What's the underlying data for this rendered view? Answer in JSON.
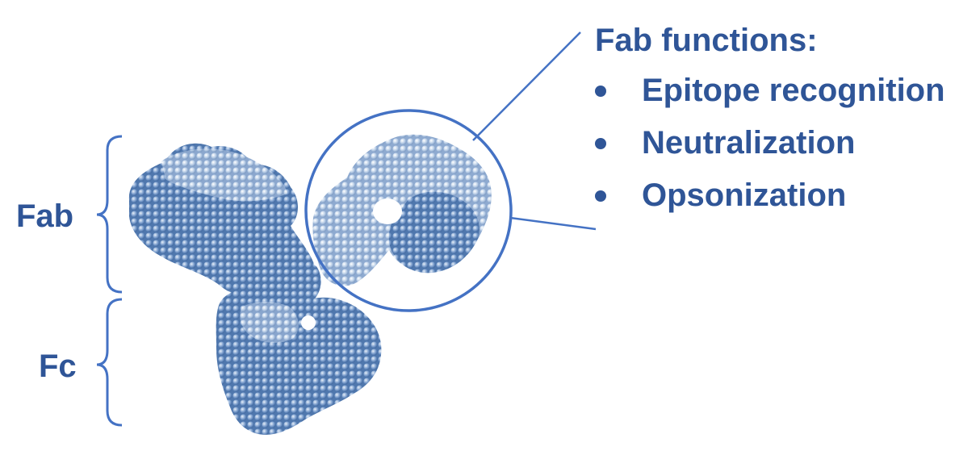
{
  "labels": {
    "fab": "Fab",
    "fc": "Fc"
  },
  "functions": {
    "title": "Fab functions:",
    "items": [
      {
        "label": "Epitope recognition"
      },
      {
        "label": "Neutralization"
      },
      {
        "label": "Opsonization"
      }
    ]
  },
  "colors": {
    "text": "#2f5597",
    "lines": "#4472c4",
    "protein": "#5b82b8",
    "protein_light": "#a9c0dd"
  },
  "illustration": "antibody-molecule-icon"
}
